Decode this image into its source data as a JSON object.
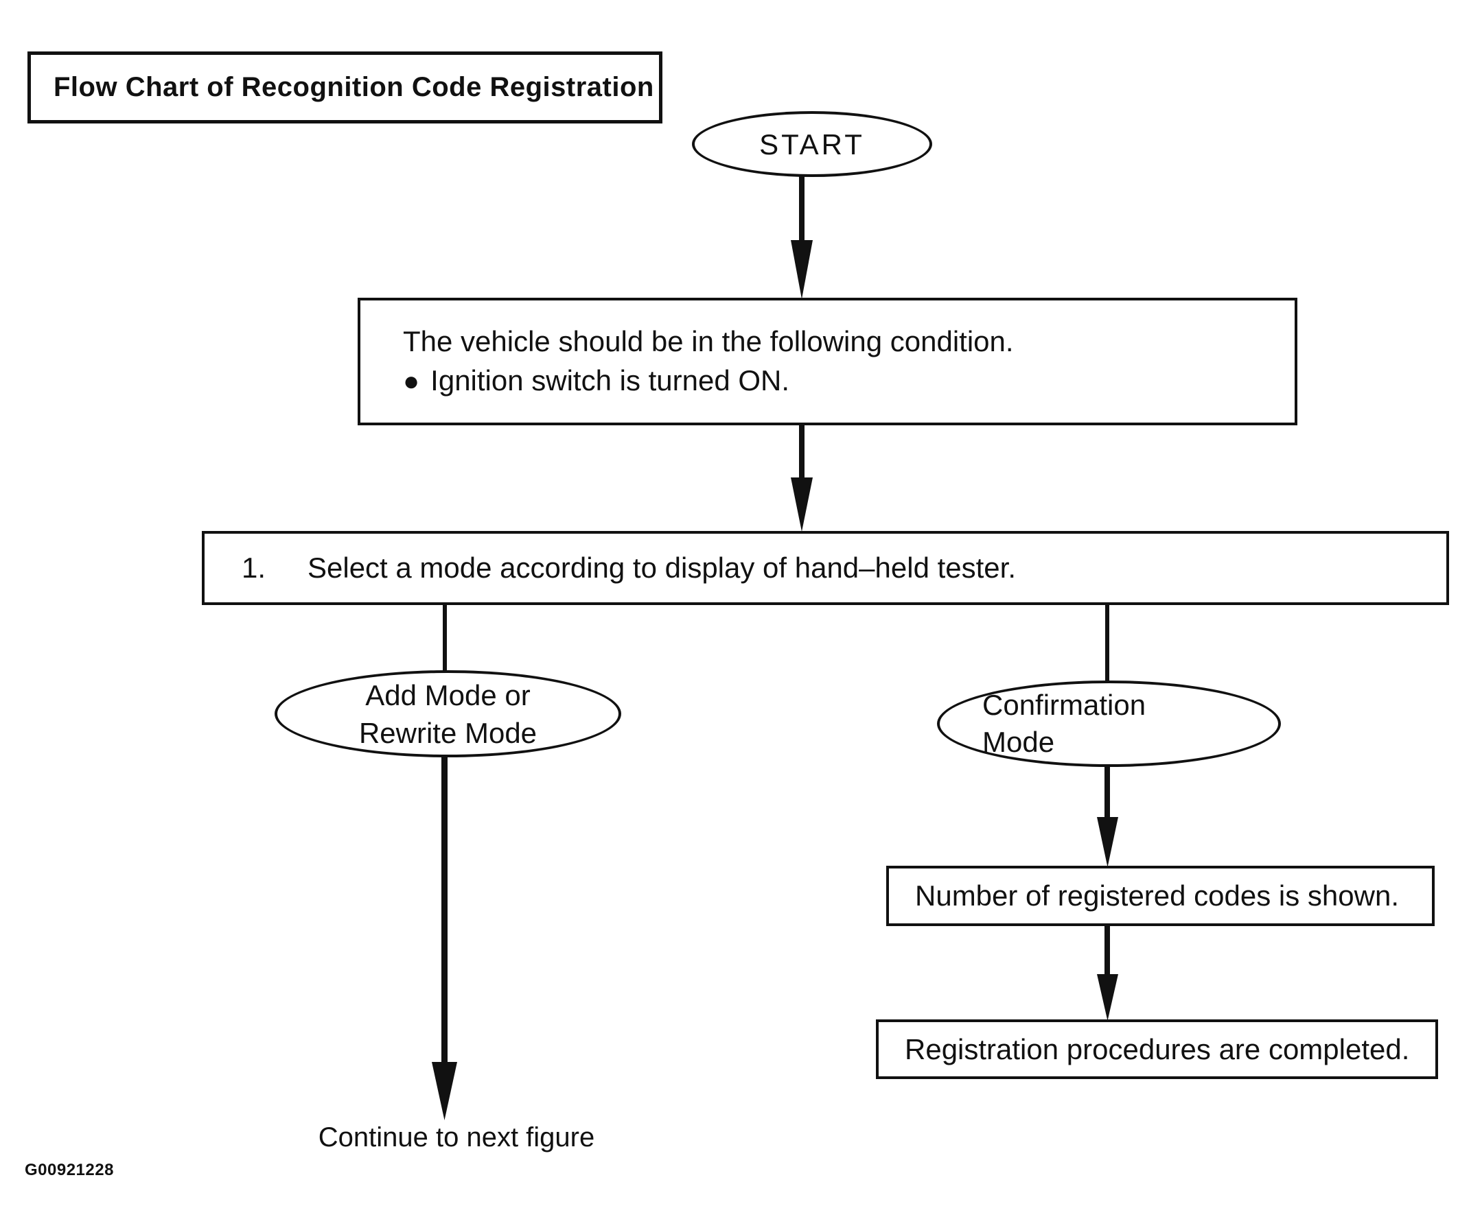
{
  "title": "Flow Chart of Recognition Code Registration",
  "figure_id": "G00921228",
  "colors": {
    "ink": "#111111",
    "background": "#ffffff"
  },
  "nodes": {
    "start": {
      "label": "START"
    },
    "condition": {
      "line1": "The vehicle should be in the following condition.",
      "bullet": "●",
      "line2": "Ignition switch is turned ON."
    },
    "select": {
      "number": "1.",
      "text": "Select a mode according to display of hand–held tester."
    },
    "add_rewrite": {
      "line1": "Add Mode or",
      "line2": "Rewrite Mode"
    },
    "confirmation": {
      "line1": "Confirmation",
      "line2": "Mode"
    },
    "registered": {
      "text": "Number of registered codes is shown."
    },
    "completed": {
      "text": "Registration procedures are completed."
    }
  },
  "labels": {
    "continue": "Continue to next figure"
  }
}
